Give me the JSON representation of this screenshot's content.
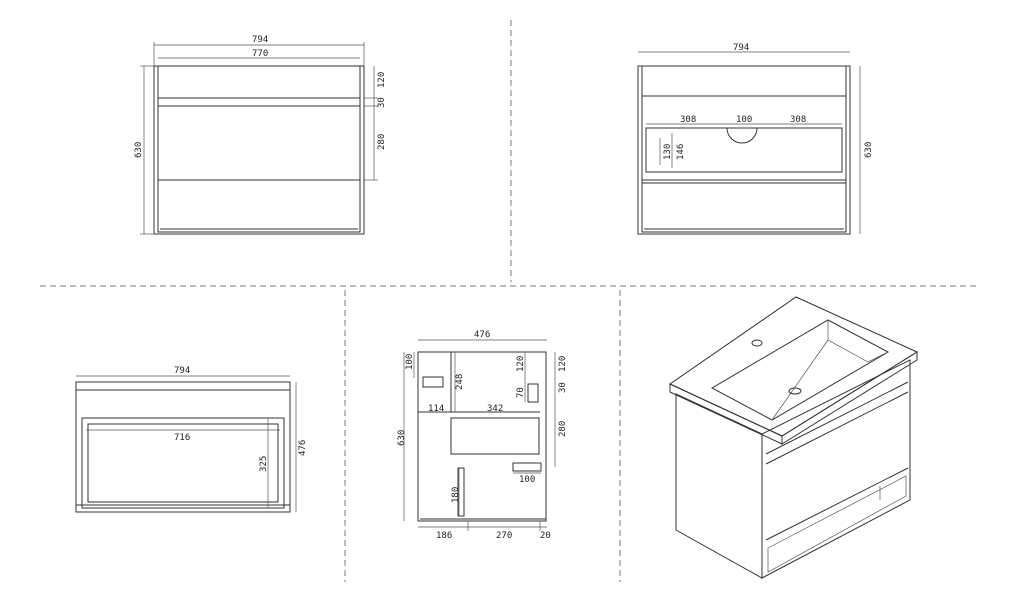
{
  "front_view": {
    "width_outer": "794",
    "width_inner": "770",
    "height": "630",
    "top": "120",
    "rail": "30",
    "drawer": "280"
  },
  "back_view": {
    "width": "794",
    "height": "630",
    "left_gap": "308",
    "cutout": "100",
    "right_gap": "308",
    "dim_a": "130",
    "dim_b": "146"
  },
  "top_view": {
    "width": "794",
    "inner_width": "716",
    "inner_depth": "325",
    "depth": "476"
  },
  "side_view": {
    "depth": "476",
    "height": "630",
    "dim_100_top": "100",
    "dim_248": "248",
    "dim_114": "114",
    "dim_342": "342",
    "dim_120_inner": "120",
    "dim_70": "70",
    "dim_120": "120",
    "dim_30": "30",
    "dim_280": "280",
    "dim_100_bottom": "100",
    "dim_180": "180",
    "dim_186": "186",
    "dim_270": "270",
    "dim_20": "20"
  }
}
